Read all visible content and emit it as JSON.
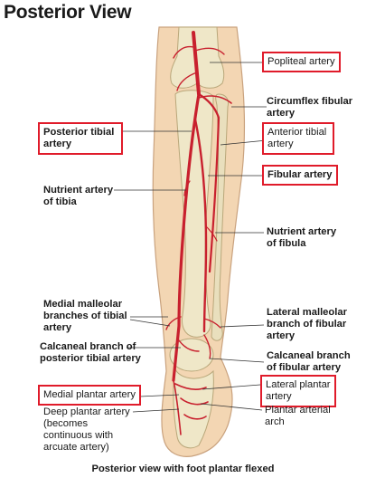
{
  "title": "Posterior View",
  "caption": "Posterior view with foot plantar flexed",
  "labels": {
    "popliteal": "Popliteal artery",
    "circumflex_fibular": "Circumflex fibular artery",
    "posterior_tibial": "Posterior tibial artery",
    "anterior_tibial": "Anterior tibial artery",
    "fibular": "Fibular artery",
    "nutrient_tibia": "Nutrient artery of tibia",
    "nutrient_fibula": "Nutrient artery of fibula",
    "medial_malleolar": "Medial malleolar branches of tibial artery",
    "lateral_malleolar": "Lateral malleolar branch of fibular artery",
    "calcaneal_posterior_tibial": "Calcaneal branch of posterior tibial artery",
    "calcaneal_fibular": "Calcaneal branch of fibular artery",
    "medial_plantar": "Medial plantar artery",
    "lateral_plantar": "Lateral plantar artery",
    "deep_plantar": "Deep plantar artery (becomes continuous with arcuate artery)",
    "plantar_arch": "Plantar arterial arch"
  },
  "colors": {
    "highlight_box": "#e01b2a",
    "artery": "#c8202e",
    "skin": "#f3d6b3",
    "bone": "#efe7c8"
  }
}
